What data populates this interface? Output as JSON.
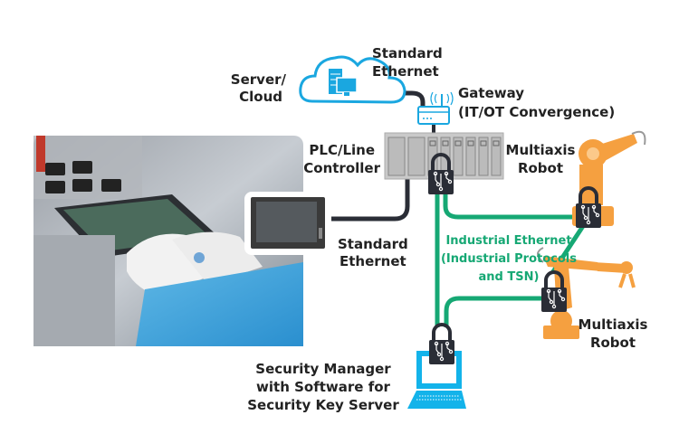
{
  "labels": {
    "server_cloud": [
      "Server/",
      "Cloud"
    ],
    "standard_ethernet_top": [
      "Standard",
      "Ethernet"
    ],
    "gateway": [
      "Gateway",
      "(IT/OT Convergence)"
    ],
    "plc": [
      "PLC/Line",
      "Controller"
    ],
    "robot_top": [
      "Multiaxis",
      "Robot"
    ],
    "standard_ethernet_bottom": [
      "Standard",
      "Ethernet"
    ],
    "industrial_ethernet": [
      "Industrial Ethernet",
      "(Industrial Protocols",
      "and TSN)"
    ],
    "robot_bottom": [
      "Multiaxis",
      "Robot"
    ],
    "security_manager": [
      "Security Manager",
      "with Software for",
      "Security Key Server"
    ]
  },
  "colors": {
    "cloud_blue": "#1aa7e0",
    "cable_dark": "#2a2d36",
    "industrial_green": "#16a874",
    "robot_orange": "#f5a040",
    "plc_gray": "#c9c9c9",
    "lock_dark": "#2a2d36",
    "laptop_blue": "#13b3ea"
  }
}
